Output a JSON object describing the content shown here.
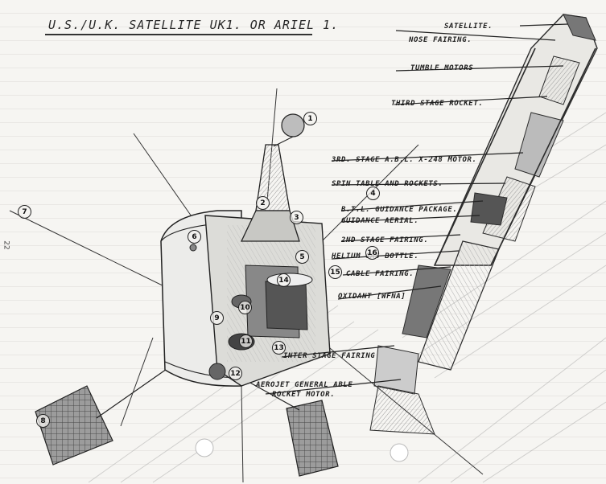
{
  "title": "U.S./U.K. SATELLITE   UK1. OR ARIEL 1.",
  "page_mark": "22",
  "labels": [
    {
      "id": "satellite",
      "text": "SATELLITE."
    },
    {
      "id": "nose-fairing",
      "text": "NOSE FAIRING."
    },
    {
      "id": "tumble-motors",
      "text": "TUMBLE MOTORS"
    },
    {
      "id": "third-stage-rocket",
      "text": "THIRD STAGE ROCKET."
    },
    {
      "id": "third-stage-motor",
      "text": "3RD. STAGE A.B.L. X-248 MOTOR."
    },
    {
      "id": "spin-table",
      "text": "SPIN TABLE AND ROCKETS."
    },
    {
      "id": "btl-guidance",
      "text": "B.T.L. GUIDANCE PACKAGE."
    },
    {
      "id": "guidance-aerial",
      "text": "GUIDANCE AERIAL."
    },
    {
      "id": "second-stage-fairing",
      "text": "2ND STAGE FAIRING."
    },
    {
      "id": "helium-gas-bottle",
      "text": "HELIUM GAS BOTTLE."
    },
    {
      "id": "cable-fairing",
      "text": "CABLE FAIRING."
    },
    {
      "id": "oxidant",
      "text": "OXIDANT [WFNA]"
    },
    {
      "id": "interstage-fairing",
      "text": "INTER STAGE FAIRING"
    },
    {
      "id": "aerojet-line1",
      "text": "AEROJET GENERAL ABLE"
    },
    {
      "id": "aerojet-line2",
      "text": "ROCKET MOTOR."
    }
  ],
  "markers": [
    "1",
    "2",
    "3",
    "4",
    "5",
    "6",
    "7",
    "8",
    "9",
    "10",
    "11",
    "12",
    "13",
    "14",
    "15",
    "16"
  ]
}
